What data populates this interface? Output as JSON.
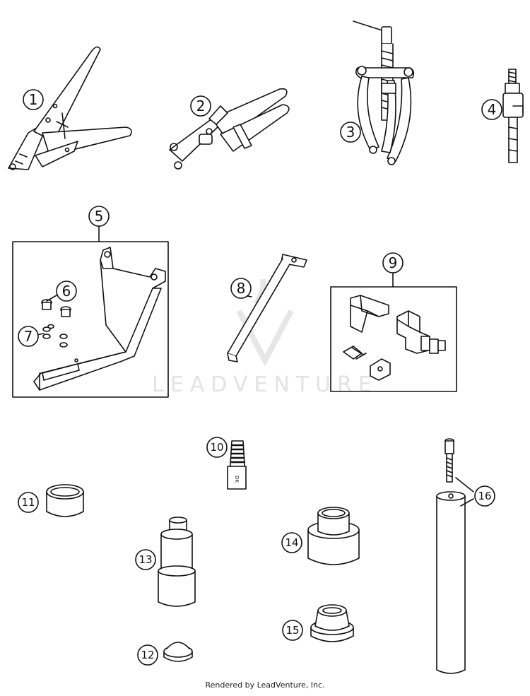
{
  "watermark": "LEADVENTURE",
  "footer": "Rendered by LeadVenture, Inc.",
  "callouts": {
    "c1": "1",
    "c2": "2",
    "c3": "3",
    "c4": "4",
    "c5": "5",
    "c6": "6",
    "c7": "7",
    "c8": "8",
    "c9": "9",
    "c10": "10",
    "c11": "11",
    "c12": "12",
    "c13": "13",
    "c14": "14",
    "c15": "15",
    "c16": "16"
  },
  "parts": {
    "p10_label": "DK"
  },
  "colors": {
    "line": "#111111",
    "background": "#ffffff",
    "watermark": "#e3e3e3"
  }
}
